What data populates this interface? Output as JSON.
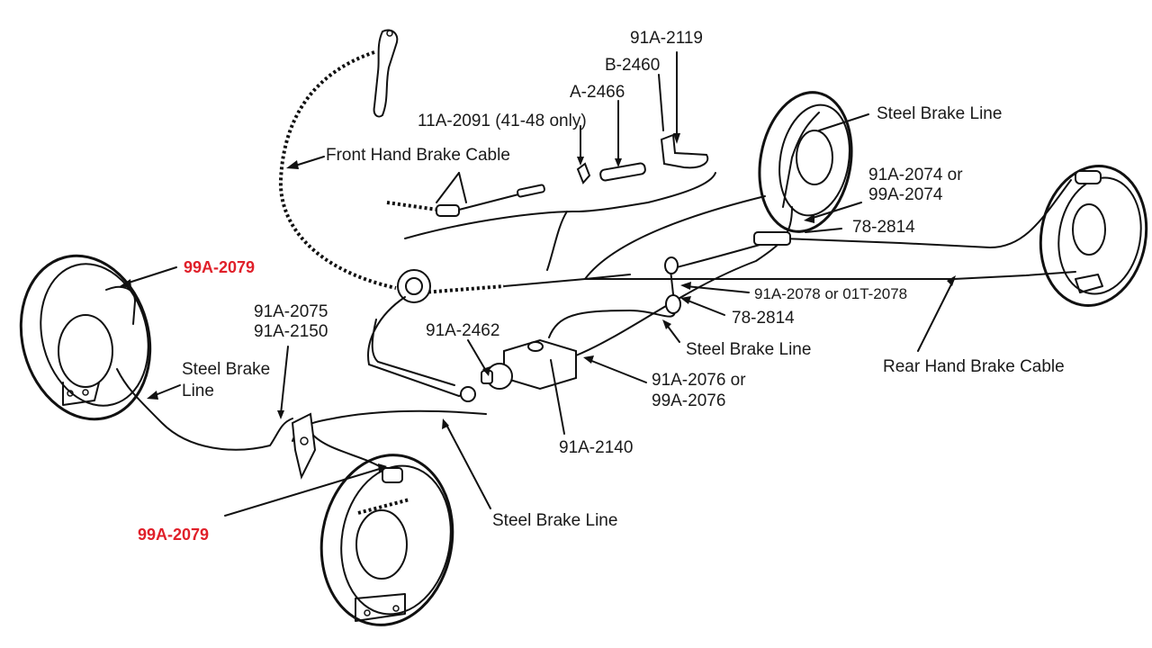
{
  "diagram": {
    "title": "Hydraulic brake system and hand brake cable layout",
    "accent_color": "#e0202a",
    "labels": {
      "p91a2119": "91A-2119",
      "pb2460": "B-2460",
      "pa2466": "A-2466",
      "p11a2091": "11A-2091 (41-48 only)",
      "front_cable": "Front Hand Brake Cable",
      "steel_line_rear_top": "Steel Brake Line",
      "p91a2074_1": "91A-2074 or",
      "p91a2074_2": "99A-2074",
      "p782814_top": "78-2814",
      "p99a2079_top": "99A-2079",
      "p91a2078": "91A-2078 or 01T-2078",
      "p782814_mid": "78-2814",
      "p91a2075": "91A-2075",
      "p91a2150": "91A-2150",
      "p91a2462": "91A-2462",
      "steel_line_mid": "Steel Brake Line",
      "rear_cable": "Rear Hand Brake Cable",
      "steel_line_left_1": "Steel Brake",
      "steel_line_left_2": "Line",
      "p91a2076_1": "91A-2076 or",
      "p91a2076_2": "99A-2076",
      "p91a2140": "91A-2140",
      "p99a2079_bottom": "99A-2079",
      "steel_line_bottom": "Steel Brake Line"
    }
  }
}
